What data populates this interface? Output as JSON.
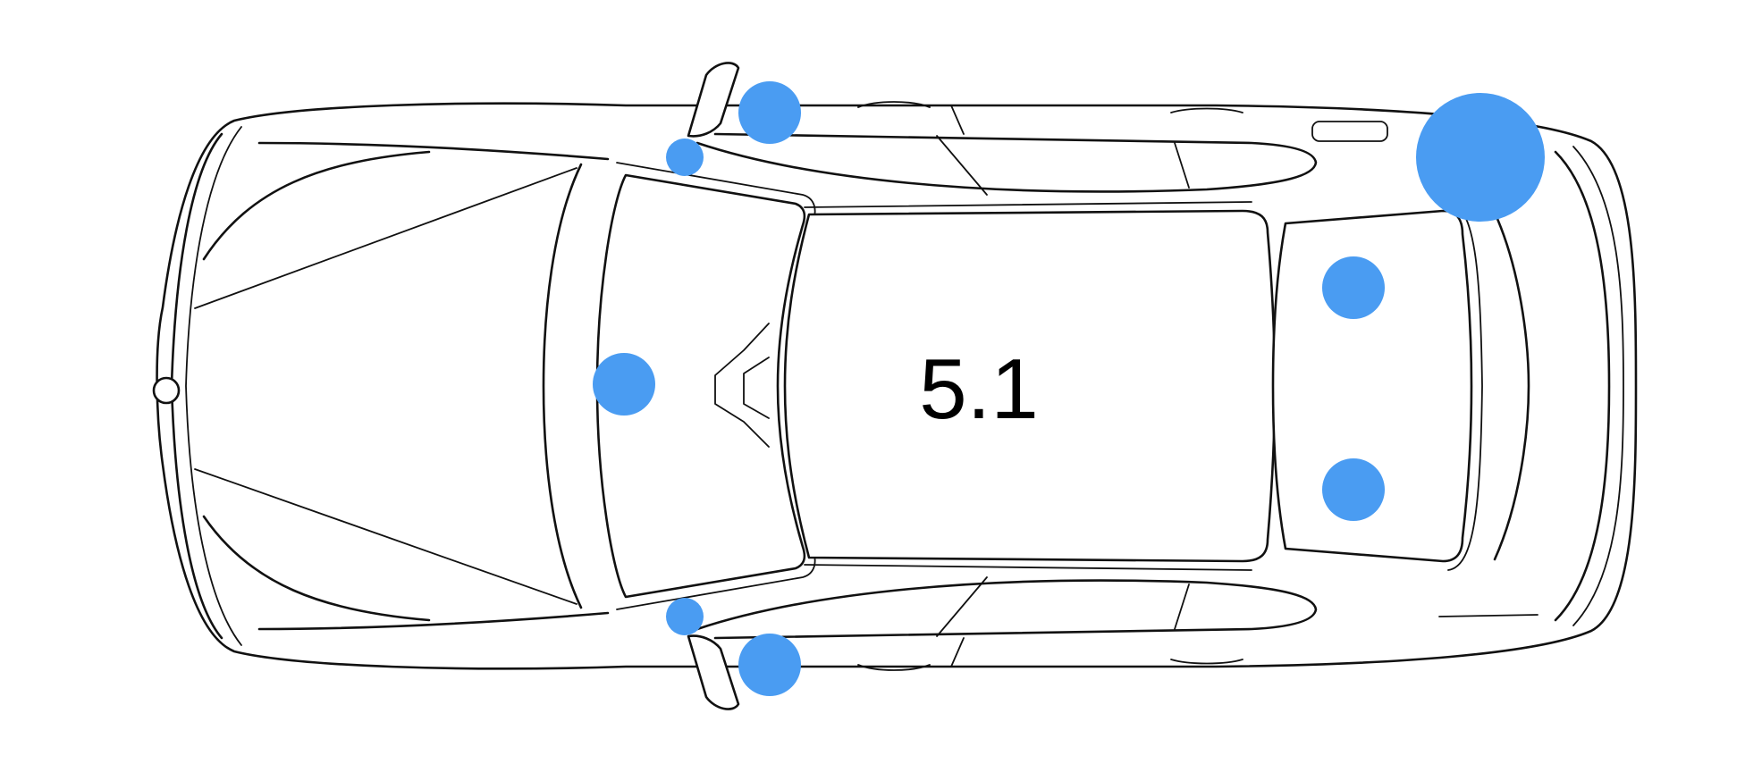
{
  "diagram": {
    "config_label": "5.1",
    "speaker_color": "#4a9cf2",
    "outline_color": "#111111",
    "background_color": "#ffffff",
    "speakers": [
      {
        "id": "tweeter-front-left",
        "icon": "speaker-dot"
      },
      {
        "id": "woofer-front-left",
        "icon": "speaker-dot"
      },
      {
        "id": "center",
        "icon": "speaker-dot"
      },
      {
        "id": "tweeter-front-right",
        "icon": "speaker-dot"
      },
      {
        "id": "woofer-front-right",
        "icon": "speaker-dot"
      },
      {
        "id": "rear-left",
        "icon": "speaker-dot"
      },
      {
        "id": "rear-right",
        "icon": "speaker-dot"
      },
      {
        "id": "subwoofer",
        "icon": "speaker-dot"
      }
    ]
  }
}
